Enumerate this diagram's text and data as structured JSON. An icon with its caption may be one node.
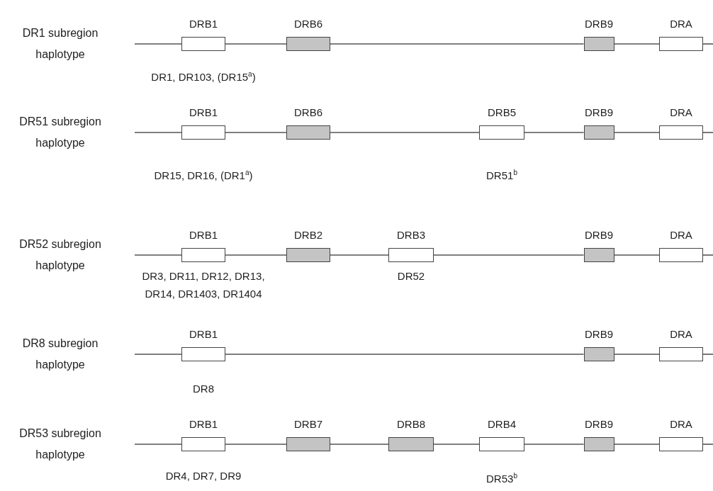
{
  "diagram": {
    "nodes": [
      {
        "text": [
          "DRB1"
        ],
        "beside": [
          "DR1, DR103, (DR15$^{a}$)"
        ]
      },
      {
        "text": [
          "DRB6"
        ]
      },
      {
        "text": [
          "DRB9"
        ]
      },
      {
        "text": [
          "DRA"
        ]
      },
      {
        "text": [
          "DRB1"
        ],
        "beside": [
          "DR15, DR16, (DR1$^{a}$)"
        ]
      },
      {
        "text": [
          "DRB6"
        ]
      },
      {
        "text": [
          "DRB5"
        ],
        "beside": [
          "DR51$^{b}$"
        ]
      },
      {
        "text": [
          "DRB9"
        ]
      },
      {
        "text": [
          "DRA"
        ]
      },
      {
        "text": [
          "DRB1"
        ],
        "beside": [
          "DR3, DR11, DR12, DR13, DR14, DR1403, DR1404"
        ]
      },
      {
        "text": [
          "DRB2"
        ]
      },
      {
        "text": [
          "DRB3"
        ],
        "beside": [
          "DR52"
        ]
      },
      {
        "text": [
          "DRB9"
        ]
      },
      {
        "text": [
          "DRA"
        ]
      },
      {
        "text": [
          "DRB1"
        ],
        "beside": [
          "DR8"
        ]
      },
      {
        "text": [
          "DRB9"
        ]
      },
      {
        "text": [
          "DRA"
        ]
      },
      {
        "text": [
          "DRB1"
        ],
        "beside": [
          "DR4, DR7, DR9"
        ]
      },
      {
        "text": [
          "DRB7"
        ]
      },
      {
        "text": [
          "DRB8"
        ]
      },
      {
        "text": [
          "DRB4"
        ],
        "beside": [
          "DR53$^{b}$"
        ]
      },
      {
        "text": [
          "DRB9"
        ]
      },
      {
        "text": [
          "DRA"
        ]
      }
    ],
    "edges": [
      {
        "from": null,
        "to": 0,
        "arrow": "none"
      },
      {
        "from": 0,
        "to": 1,
        "arrow": "none"
      },
      {
        "from": 1,
        "to": 2,
        "arrow": "none"
      },
      {
        "from": 2,
        "to": 3,
        "arrow": "none"
      },
      {
        "from": 3,
        "to": null,
        "arrow": "none"
      },
      {
        "from": null,
        "to": 4,
        "arrow": "none"
      },
      {
        "from": 4,
        "to": 5,
        "arrow": "none"
      },
      {
        "from": 5,
        "to": 6,
        "arrow": "none"
      },
      {
        "from": 6,
        "to": 7,
        "arrow": "none"
      },
      {
        "from": 7,
        "to": 8,
        "arrow": "none"
      },
      {
        "from": 8,
        "to": null,
        "arrow": "none"
      },
      {
        "from": null,
        "to": 9,
        "arrow": "none"
      },
      {
        "from": 9,
        "to": 10,
        "arrow": "none"
      },
      {
        "from": 10,
        "to": 11,
        "arrow": "none"
      },
      {
        "from": 11,
        "to": 12,
        "arrow": "none"
      },
      {
        "from": 12,
        "to": 13,
        "arrow": "none"
      },
      {
        "from": 13,
        "to": null,
        "arrow": "none"
      },
      {
        "from": null,
        "to": 14,
        "arrow": "none"
      },
      {
        "from": 14,
        "to": 15,
        "arrow": "none"
      },
      {
        "from": 15,
        "to": 16,
        "arrow": "none"
      },
      {
        "from": 16,
        "to": null,
        "arrow": "none"
      },
      {
        "from": null,
        "to": 17,
        "arrow": "none"
      },
      {
        "from": 17,
        "to": 18,
        "arrow": "none"
      },
      {
        "from": 18,
        "to": 19,
        "arrow": "none"
      },
      {
        "from": 19,
        "to": 20,
        "arrow": "none"
      },
      {
        "from": 20,
        "to": 21,
        "arrow": "none"
      },
      {
        "from": 21,
        "to": 22,
        "arrow": "none"
      },
      {
        "from": 22,
        "to": null,
        "arrow": "none"
      }
    ],
    "labels": [
      "DR1 subregion haplotype",
      "DR51 subregion haplotype",
      "DR52 subregion haplotype",
      "DR8 subregion haplotype",
      "DR53 subregion haplotype"
    ]
  }
}
